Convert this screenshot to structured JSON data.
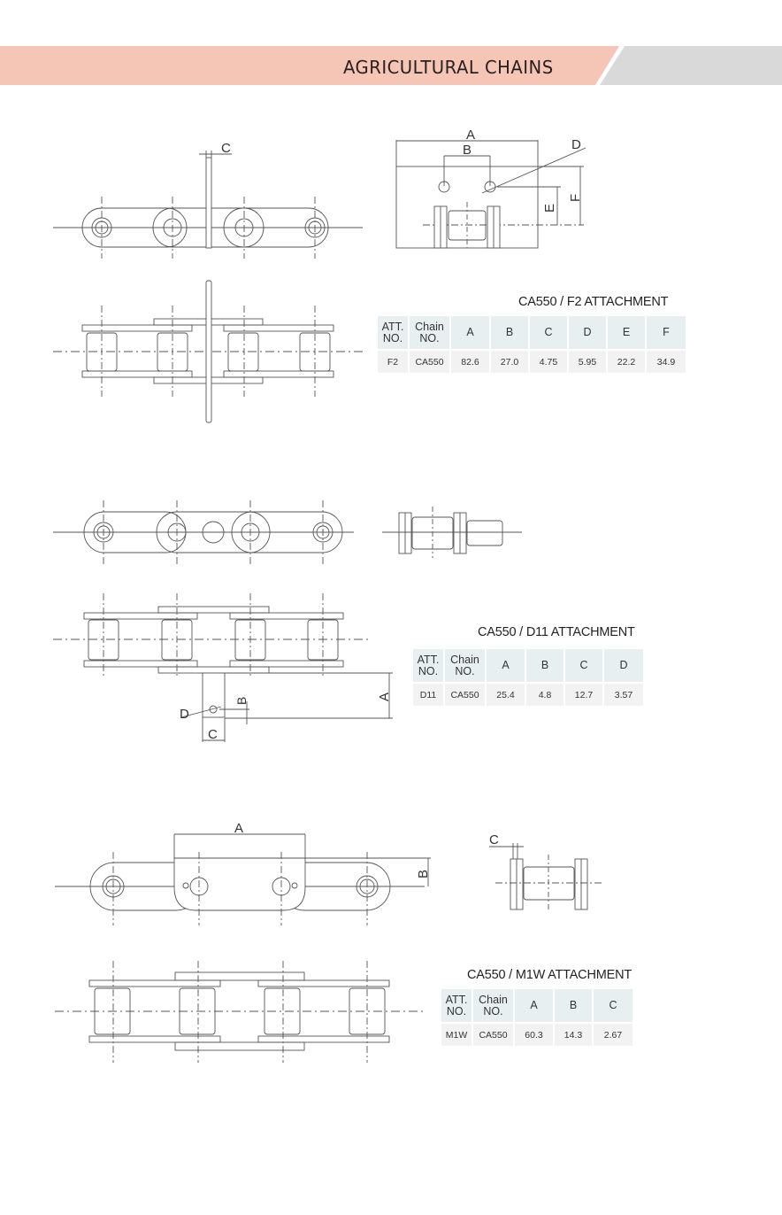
{
  "header": {
    "title": "AGRICULTURAL CHAINS",
    "accent_color": "#f5c5b5",
    "secondary_color": "#d9d9d9"
  },
  "sections": [
    {
      "id": "f2",
      "title": "CA550 / F2 ATTACHMENT",
      "columns": [
        "ATT.\nNO.",
        "Chain\nNO.",
        "A",
        "B",
        "C",
        "D",
        "E",
        "F"
      ],
      "columns_split": [
        [
          "ATT.",
          "NO."
        ],
        [
          "Chain",
          "NO."
        ],
        [
          "A"
        ],
        [
          "B"
        ],
        [
          "C"
        ],
        [
          "D"
        ],
        [
          "E"
        ],
        [
          "F"
        ]
      ],
      "rows": [
        [
          "F2",
          "CA550",
          "82.6",
          "27.0",
          "4.75",
          "5.95",
          "22.2",
          "34.9"
        ]
      ],
      "drawing_labels": {
        "top_c": "C",
        "side_a": "A",
        "side_b": "B",
        "side_d": "D",
        "side_e": "E",
        "side_f": "F"
      }
    },
    {
      "id": "d11",
      "title": "CA550 / D11 ATTACHMENT",
      "columns_split": [
        [
          "ATT.",
          "NO."
        ],
        [
          "Chain",
          "NO."
        ],
        [
          "A"
        ],
        [
          "B"
        ],
        [
          "C"
        ],
        [
          "D"
        ]
      ],
      "rows": [
        [
          "D11",
          "CA550",
          "25.4",
          "4.8",
          "12.7",
          "3.57"
        ]
      ],
      "drawing_labels": {
        "a": "A",
        "b": "B",
        "c": "C",
        "d": "D"
      }
    },
    {
      "id": "m1w",
      "title": "CA550 / M1W ATTACHMENT",
      "columns_split": [
        [
          "ATT.",
          "NO."
        ],
        [
          "Chain",
          "NO."
        ],
        [
          "A"
        ],
        [
          "B"
        ],
        [
          "C"
        ]
      ],
      "rows": [
        [
          "M1W",
          "CA550",
          "60.3",
          "14.3",
          "2.67"
        ]
      ],
      "drawing_labels": {
        "a": "A",
        "b": "B",
        "c": "C"
      }
    }
  ]
}
